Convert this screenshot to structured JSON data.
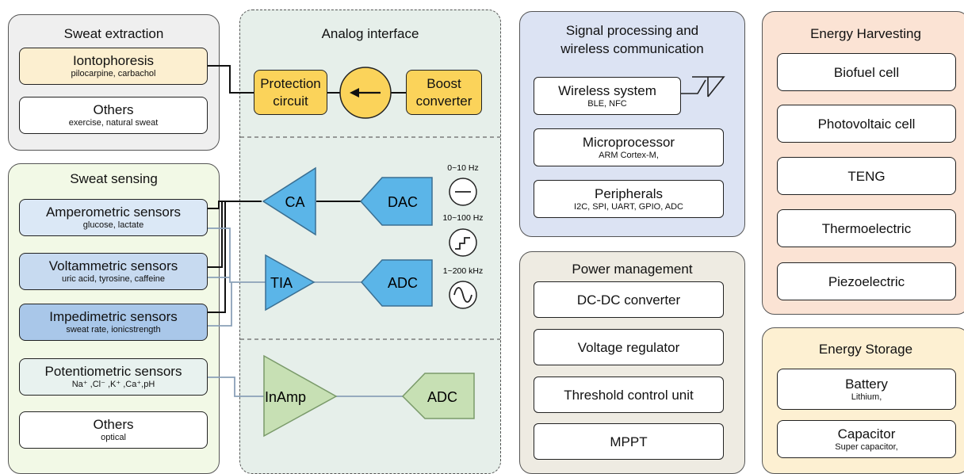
{
  "sweat_extraction": {
    "title": "Sweat extraction",
    "items": [
      {
        "label": "Iontophoresis",
        "sub": "pilocarpine, carbachol"
      },
      {
        "label": "Others",
        "sub": "exercise, natural sweat"
      }
    ]
  },
  "sweat_sensing": {
    "title": "Sweat sensing",
    "items": [
      {
        "label": "Amperometric sensors",
        "sub": "glucose, lactate"
      },
      {
        "label": "Voltammetric sensors",
        "sub": "uric acid, tyrosine, caffeine"
      },
      {
        "label": "Impedimetric sensors",
        "sub": "sweat rate, ionicstrength"
      },
      {
        "label": "Potentiometric sensors",
        "sub": "Na⁺ ,Cl⁻ ,K⁺ ,Ca⁺,pH"
      },
      {
        "label": "Others",
        "sub": "optical"
      }
    ]
  },
  "analog_interface": {
    "title": "Analog interface",
    "protection_circuit": [
      "Protection",
      "circuit"
    ],
    "boost_converter": [
      "Boost",
      "converter"
    ],
    "ca": "CA",
    "dac": "DAC",
    "tia": "TIA",
    "adc": "ADC",
    "inamp": "InAmp",
    "adc2": "ADC",
    "waveforms": [
      {
        "label": "0~10 Hz",
        "icon": "dc-line-icon"
      },
      {
        "label": "10~100 Hz",
        "icon": "staircase-icon"
      },
      {
        "label": "1~200 kHz",
        "icon": "sine-wave-icon"
      }
    ]
  },
  "signal_processing": {
    "title_line1": "Signal processing and",
    "title_line2": "wireless communication",
    "items": [
      {
        "label": "Wireless system",
        "sub": "BLE, NFC"
      },
      {
        "label": "Microprocessor",
        "sub": "ARM Cortex-M,"
      },
      {
        "label": "Peripherals",
        "sub": "I2C, SPI, UART, GPIO, ADC"
      }
    ]
  },
  "power_management": {
    "title": "Power management",
    "items": [
      "DC-DC converter",
      "Voltage regulator",
      "Threshold control unit",
      "MPPT"
    ]
  },
  "energy_harvesting": {
    "title": "Energy Harvesting",
    "items": [
      "Biofuel cell",
      "Photovoltaic cell",
      "TENG",
      "Thermoelectric",
      "Piezoelectric"
    ]
  },
  "energy_storage": {
    "title": "Energy Storage",
    "items": [
      {
        "label": "Battery",
        "sub": "Lithium,"
      },
      {
        "label": "Capacitor",
        "sub": "Super capacitor,"
      }
    ]
  },
  "colors": {
    "sweat_extraction_bg": "#efefef",
    "sweat_sensing_bg": "#f2f9e6",
    "analog_bg": "#e6efea",
    "signal_bg": "#dce3f3",
    "power_bg": "#eeebe2",
    "harvest_bg": "#fbe3d4",
    "storage_bg": "#fdf0d2",
    "iontophoresis": "#fcefd0",
    "yellow": "#fbd35a",
    "blue_block": "#5bb5e8",
    "green_block": "#c7e0b4",
    "amperometric": "#dbe8f6",
    "voltammetric": "#c7daf0",
    "impedimetric": "#a9c7e9",
    "potentiometric": "#e8f2ef"
  }
}
